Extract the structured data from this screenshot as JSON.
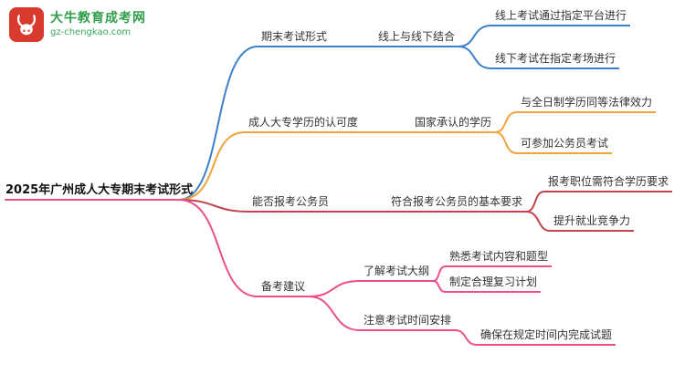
{
  "logo": {
    "title": "大牛教育成考网",
    "domain": "gz-chengkao.com",
    "icon": "bull-icon",
    "icon_color": "#d93a2e",
    "text_color": "#2f9e49"
  },
  "root": {
    "label": "2025年广州成人大专期末考试形式"
  },
  "branches": [
    {
      "label": "期末考试形式",
      "color": "#3b82c6",
      "children": [
        {
          "label": "线上与线下结合",
          "children": [
            {
              "label": "线上考试通过指定平台进行"
            },
            {
              "label": "线下考试在指定考场进行"
            }
          ]
        }
      ]
    },
    {
      "label": "成人大专学历的认可度",
      "color": "#f2a33c",
      "children": [
        {
          "label": "国家承认的学历",
          "children": [
            {
              "label": "与全日制学历同等法律效力"
            },
            {
              "label": "可参加公务员考试"
            }
          ]
        }
      ]
    },
    {
      "label": "能否报考公务员",
      "color": "#c1444d",
      "children": [
        {
          "label": "符合报考公务员的基本要求",
          "children": [
            {
              "label": "报考职位需符合学历要求"
            },
            {
              "label": "提升就业竞争力"
            }
          ]
        }
      ]
    },
    {
      "label": "备考建议",
      "color": "#ec4e8a",
      "children": [
        {
          "label": "了解考试大纲",
          "children": [
            {
              "label": "熟悉考试内容和题型"
            },
            {
              "label": "制定合理复习计划"
            }
          ]
        },
        {
          "label": "注意考试时间安排",
          "children": [
            {
              "label": "确保在规定时间内完成试题"
            }
          ]
        }
      ]
    }
  ]
}
